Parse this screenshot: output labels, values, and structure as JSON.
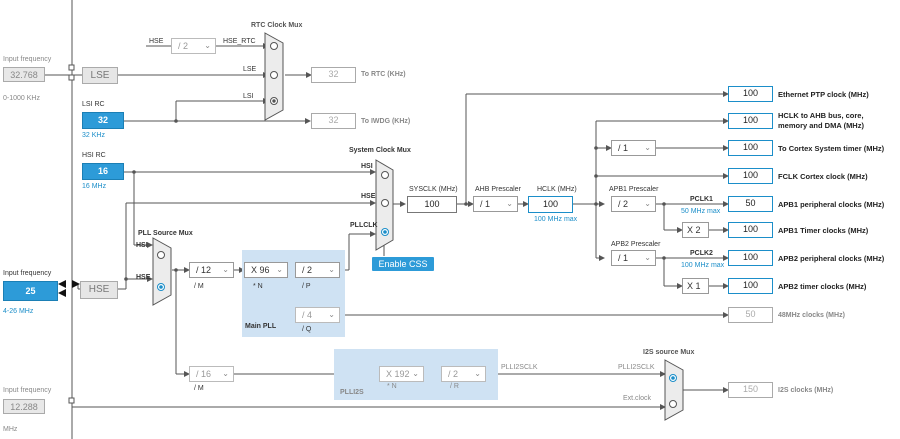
{
  "colors": {
    "accent": "#2d9bd8",
    "line": "#555555",
    "zone": "#cfe2f3"
  },
  "inputs": {
    "hse_top": {
      "label": "Input frequency",
      "value": "32.768",
      "range": "0-1000 KHz"
    },
    "lsi": {
      "label": "LSI RC",
      "value": "32",
      "unit": "32 KHz"
    },
    "hsi": {
      "label": "HSI RC",
      "value": "16",
      "unit": "16 MHz"
    },
    "hse": {
      "label": "Input frequency",
      "value": "25",
      "range": "4-26 MHz"
    },
    "ext": {
      "label": "Input frequency",
      "value": "12.288",
      "unit": "MHz"
    }
  },
  "sources": {
    "lse": "LSE",
    "hse": "HSE"
  },
  "rtc": {
    "title": "RTC Clock Mux",
    "hse_label": "HSE",
    "hse_rtc": "HSE_RTC",
    "lse": "LSE",
    "lsi": "LSI",
    "divider": "/ 2",
    "rtc_out": "32",
    "rtc_label": "To RTC (KHz)",
    "iwdg_out": "32",
    "iwdg_label": "To IWDG (KHz)"
  },
  "sysmux": {
    "title": "System Clock Mux",
    "hsi": "HSI",
    "hse": "HSE",
    "pllclk": "PLLCLK",
    "enable_css": "Enable CSS"
  },
  "pllsrc": {
    "title": "PLL Source Mux",
    "hsi": "HSI",
    "hse": "HSE"
  },
  "pll": {
    "title": "Main PLL",
    "m": "/ 12",
    "m_label": "/ M",
    "n": "X 96",
    "n_label": "* N",
    "p": "/ 2",
    "p_label": "/ P",
    "q": "/ 4",
    "q_label": "/ Q"
  },
  "plli2s": {
    "title": "PLLI2S",
    "m": "/ 16",
    "m_label": "/ M",
    "n": "X 192",
    "n_label": "* N",
    "r": "/ 2",
    "r_label": "/ R",
    "clk": "PLLI2SCLK"
  },
  "i2s": {
    "title": "I2S source Mux",
    "plli2sclk": "PLLI2SCLK",
    "ext": "Ext.clock",
    "out": "150",
    "out_label": "I2S clocks (MHz)"
  },
  "sysclk": {
    "label": "SYSCLK (MHz)",
    "value": "100"
  },
  "ahb": {
    "label": "AHB Prescaler",
    "div": "/ 1"
  },
  "hclk": {
    "label": "HCLK (MHz)",
    "value": "100",
    "max": "100 MHz max"
  },
  "apb1": {
    "label": "APB1 Prescaler",
    "div": "/ 2",
    "pclk": "PCLK1",
    "max": "50 MHz max",
    "timer_mul": "X 2"
  },
  "apb2": {
    "label": "APB2 Prescaler",
    "div": "/ 1",
    "pclk": "PCLK2",
    "max": "100 MHz max",
    "timer_mul": "X 1"
  },
  "cortex_div": "/ 1",
  "outputs": [
    {
      "value": "100",
      "label": "Ethernet PTP clock (MHz)"
    },
    {
      "value": "100",
      "label": "HCLK to AHB bus, core,",
      "label2": "memory and DMA (MHz)"
    },
    {
      "value": "100",
      "label": "To Cortex System timer (MHz)"
    },
    {
      "value": "100",
      "label": "FCLK Cortex clock (MHz)"
    },
    {
      "value": "50",
      "label": "APB1 peripheral clocks (MHz)"
    },
    {
      "value": "100",
      "label": "APB1 Timer clocks (MHz)"
    },
    {
      "value": "100",
      "label": "APB2 peripheral clocks (MHz)"
    },
    {
      "value": "100",
      "label": "APB2 timer clocks (MHz)"
    },
    {
      "value": "50",
      "label": "48MHz clocks (MHz)"
    }
  ]
}
